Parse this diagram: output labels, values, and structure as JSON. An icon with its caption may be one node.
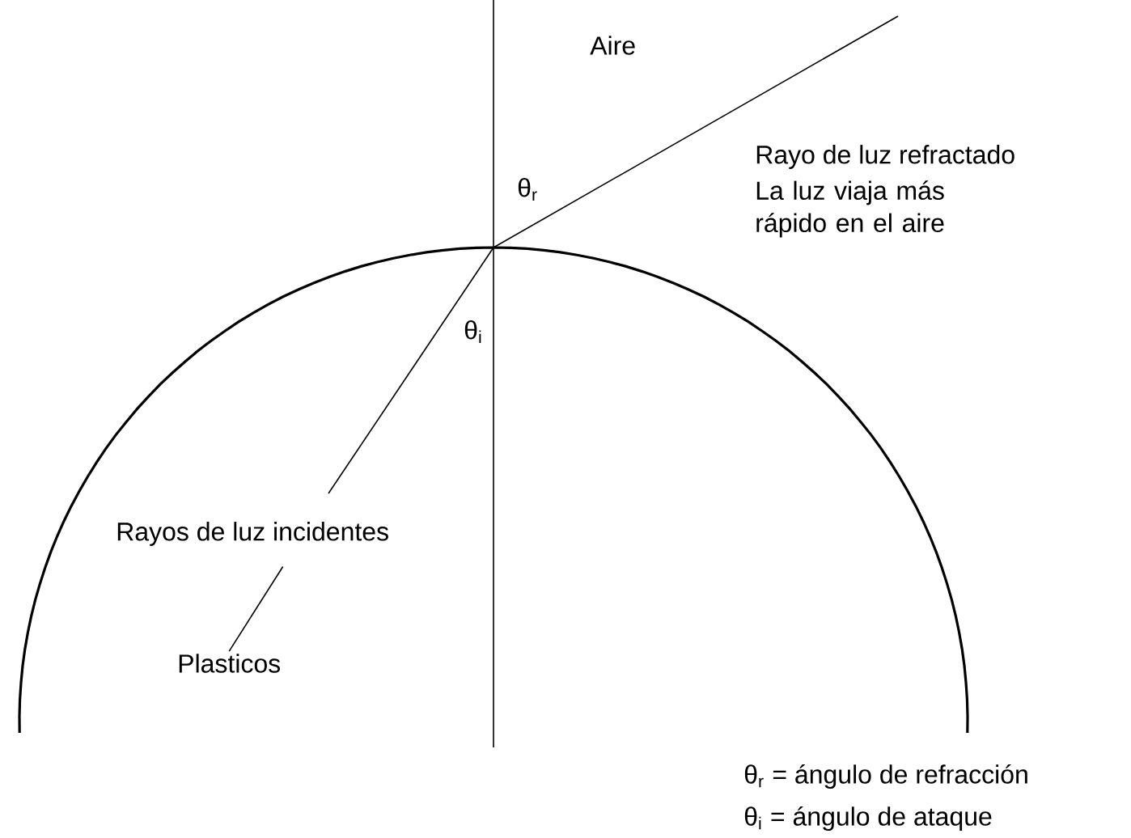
{
  "diagram": {
    "nodes": [
      {
        "text": [],
        "shape": "semicircle"
      },
      {
        "text": [
          "Plasticos"
        ],
        "in": 0
      }
    ],
    "edges": [
      {
        "from": 1,
        "to": 0,
        "arrow": "none"
      }
    ],
    "labels": [
      "Aire",
      "θ$_{r}$",
      "θ$_{i}$",
      "Rayo de luz refractado",
      "La luz viaja más rápido en el aire",
      "Rayos de luz incidentes",
      "θ$_{r}$ = ángulo de refracción",
      "θ$_{i}$ = ángulo de ataque"
    ]
  }
}
